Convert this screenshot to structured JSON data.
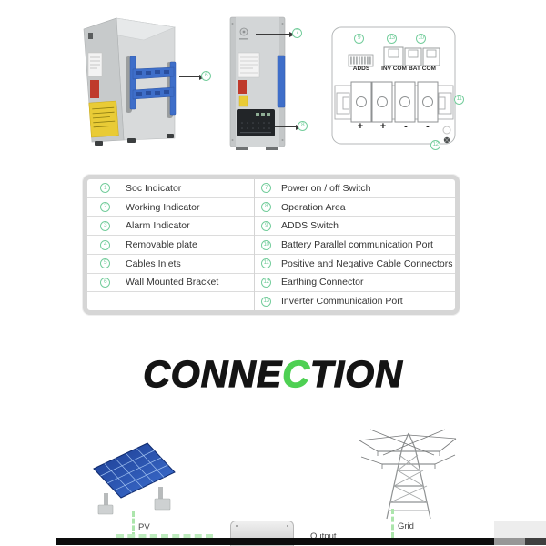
{
  "legend_table": {
    "left_rows": [
      {
        "num": "1",
        "label": "Soc Indicator"
      },
      {
        "num": "2",
        "label": "Working Indicator"
      },
      {
        "num": "3",
        "label": "Alarm Indicator"
      },
      {
        "num": "4",
        "label": "Removable plate"
      },
      {
        "num": "5",
        "label": "Cables Inlets"
      },
      {
        "num": "6",
        "label": "Wall Mounted Bracket"
      }
    ],
    "right_rows": [
      {
        "num": "7",
        "label": "Power on / off Switch"
      },
      {
        "num": "8",
        "label": "Operation Area"
      },
      {
        "num": "9",
        "label": "ADDS Switch"
      },
      {
        "num": "10",
        "label": "Battery Parallel communication Port"
      },
      {
        "num": "11",
        "label": "Positive and Negative Cable Connectors"
      },
      {
        "num": "12",
        "label": "Earthing Connector"
      },
      {
        "num": "13",
        "label": "Inverter Communication Port"
      }
    ]
  },
  "figures": {
    "wall_bracket_callout": "6",
    "power_switch_callout": "7",
    "operation_area_callout": "8",
    "panel": {
      "adds_label": "ADDS",
      "inv_com_label": "INV COM",
      "bat_com_label": "BAT COM",
      "adds_callout": "9",
      "inv_com_callout": "13",
      "bat_com_callout": "10",
      "terminals_callout": "11",
      "earthing_callout": "12",
      "terminal_signs": [
        "+",
        "+",
        "-",
        "-"
      ]
    }
  },
  "heading": {
    "part1": "CONNE",
    "highlight": "C",
    "part2": "TION",
    "highlight_color": "#4ed053"
  },
  "diagram": {
    "pv_label": "PV",
    "output_label": "Output",
    "grid_label": "Grid"
  },
  "colors": {
    "callout_green": "#74cd9c",
    "bracket_blue": "#3e6ec9",
    "dashed_green": "#ace5ac",
    "pv_panel_blue": "#2b55b0",
    "heading_green": "#4ed053"
  }
}
